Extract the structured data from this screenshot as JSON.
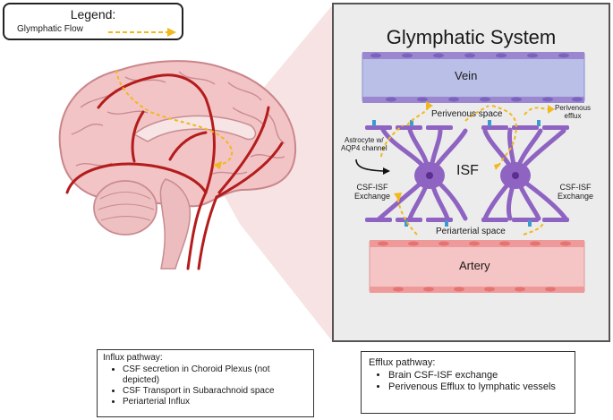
{
  "legend": {
    "title": "Legend:",
    "item_label": "Glymphatic Flow",
    "flow_color": "#f2b81d"
  },
  "panel": {
    "title": "Glymphatic System",
    "vein_label": "Vein",
    "artery_label": "Artery",
    "isf_label": "ISF",
    "perivenous_space": "Perivenous space",
    "periarterial_space": "Periarterial space",
    "perivenous_efflux": [
      "Perivenous",
      "efflux"
    ],
    "astrocyte_label": [
      "Astrocyte w/",
      "AQP4 channel"
    ],
    "exchange_left": [
      "CSF-ISF",
      "Exchange"
    ],
    "exchange_right": [
      "CSF-ISF",
      "Exchange"
    ]
  },
  "influx": {
    "title": "Influx pathway:",
    "items": [
      "CSF secretion in Choroid Plexus (not depicted)",
      "CSF Transport in Subarachnoid space",
      "Periarterial Influx"
    ]
  },
  "efflux": {
    "title": "Efflux pathway:",
    "items": [
      "Brain CSF-ISF exchange",
      "Perivenous Efflux to lymphatic vessels"
    ]
  },
  "colors": {
    "vein": "#b9bfe6",
    "artery": "#f5c4c4",
    "astrocyte": "#8e63c2",
    "aqp4": "#3d9ad1",
    "brain": "#f2c4c6",
    "vessel": "#b41c1c"
  }
}
